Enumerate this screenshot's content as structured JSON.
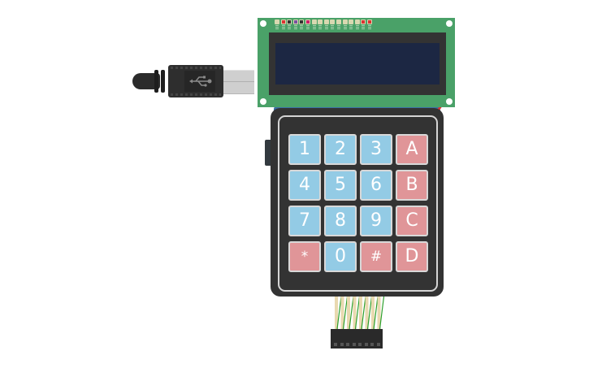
{
  "scene": {
    "title": "Arduino 4x4 keypad with 16x2 LCD wiring diagram",
    "background": "#ffffff"
  },
  "usb_cable": {
    "icon": "usb-icon",
    "glyph": "⭠•"
  },
  "lcd": {
    "board_color": "#4aa168",
    "screen_color": "#1c2743",
    "pin_count": 16,
    "pin_colors": [
      "#d8d8b0",
      "#d33",
      "#333",
      "#7a4fa0",
      "#333",
      "#c9206a",
      "#d8d8b0",
      "#d8d8b0",
      "#d8d8b0",
      "#d8d8b0",
      "#d8d8b0",
      "#d8d8b0",
      "#d8d8b0",
      "#d8d8b0",
      "#d33",
      "#d33"
    ]
  },
  "keypad": {
    "body_color": "#333333",
    "number_key_color": "#93cbe5",
    "function_key_color": "#e09598",
    "rows": [
      [
        {
          "label": "1",
          "type": "blue"
        },
        {
          "label": "2",
          "type": "blue"
        },
        {
          "label": "3",
          "type": "blue"
        },
        {
          "label": "A",
          "type": "red"
        }
      ],
      [
        {
          "label": "4",
          "type": "blue"
        },
        {
          "label": "5",
          "type": "blue"
        },
        {
          "label": "6",
          "type": "blue"
        },
        {
          "label": "B",
          "type": "red"
        }
      ],
      [
        {
          "label": "7",
          "type": "blue"
        },
        {
          "label": "8",
          "type": "blue"
        },
        {
          "label": "9",
          "type": "blue"
        },
        {
          "label": "C",
          "type": "red"
        }
      ],
      [
        {
          "label": "*",
          "type": "red"
        },
        {
          "label": "0",
          "type": "blue"
        },
        {
          "label": "#",
          "type": "red"
        },
        {
          "label": "D",
          "type": "red"
        }
      ]
    ]
  },
  "ribbon_connector": {
    "pin_count": 8,
    "wire_colors": [
      "#e9d9b0",
      "#2ca02c"
    ]
  }
}
